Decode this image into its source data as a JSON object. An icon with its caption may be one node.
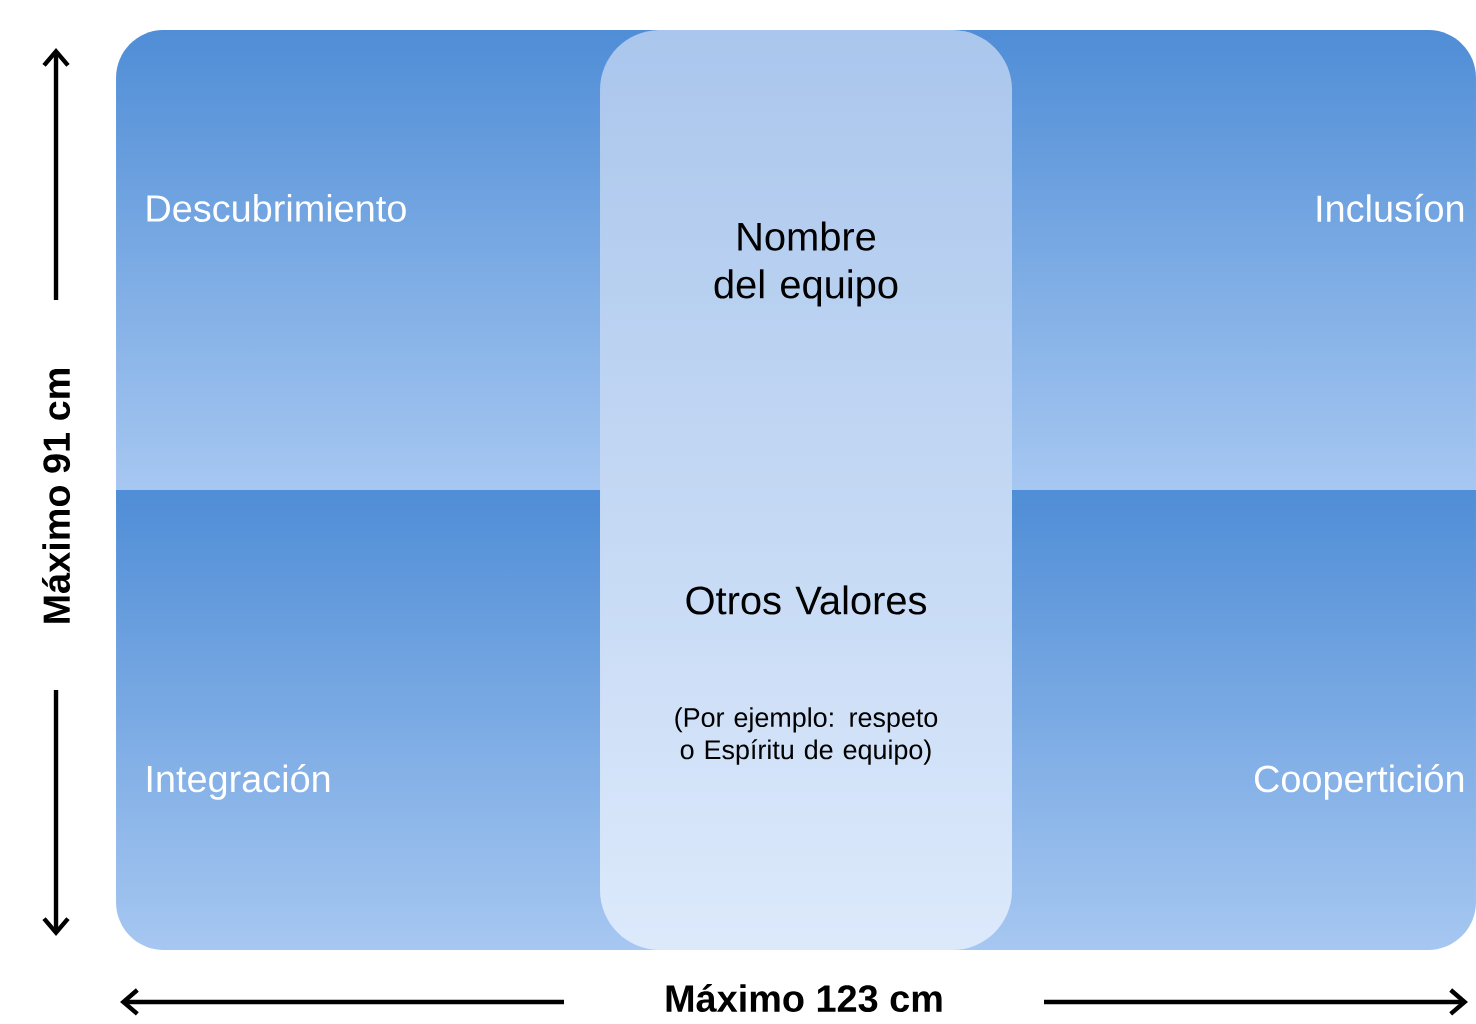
{
  "diagram": {
    "nodes": [
      {
        "text": [
          "Descubrimiento"
        ]
      },
      {
        "text": [
          "Inclusíon"
        ]
      },
      {
        "text": [
          "Integración"
        ]
      },
      {
        "text": [
          "Coopertición"
        ]
      },
      {
        "text": [
          "Nombre del equipo",
          "Otros Valores",
          "(Por ejemplo: respeto o Espíritu de equipo)"
        ]
      }
    ],
    "labels": [
      "Máximo 91 cm",
      "Máximo 123 cm"
    ]
  }
}
